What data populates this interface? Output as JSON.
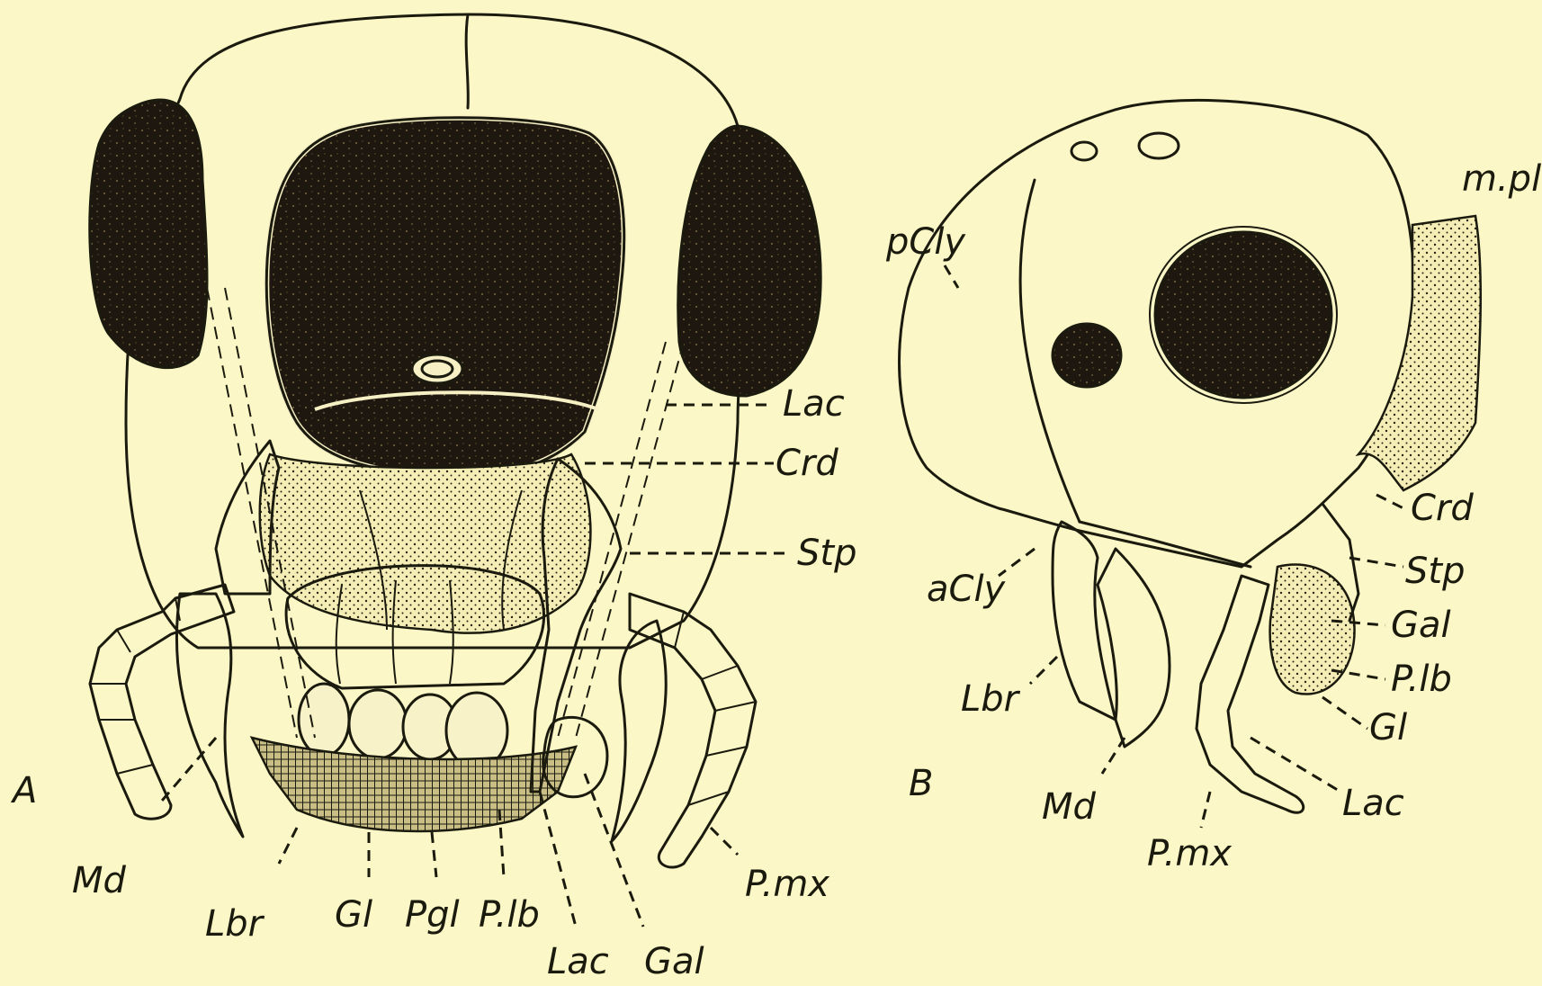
{
  "figure": {
    "panel_a": {
      "letter": "A",
      "labels": {
        "lac_top": "Lac",
        "crd": "Crd",
        "stp": "Stp",
        "md": "Md",
        "lbr": "Lbr",
        "gl": "Gl",
        "pgl": "Pgl",
        "plb": "P.lb",
        "lac_bottom": "Lac",
        "gal": "Gal",
        "pmx": "P.mx"
      }
    },
    "panel_b": {
      "letter": "B",
      "labels": {
        "mpl": "m.pl",
        "pcly": "pCly",
        "acly": "aCly",
        "lbr": "Lbr",
        "md": "Md",
        "pmx": "P.mx",
        "crd": "Crd",
        "stp": "Stp",
        "gal": "Gal",
        "plb": "P.lb",
        "gl": "Gl",
        "lac": "Lac"
      }
    }
  }
}
